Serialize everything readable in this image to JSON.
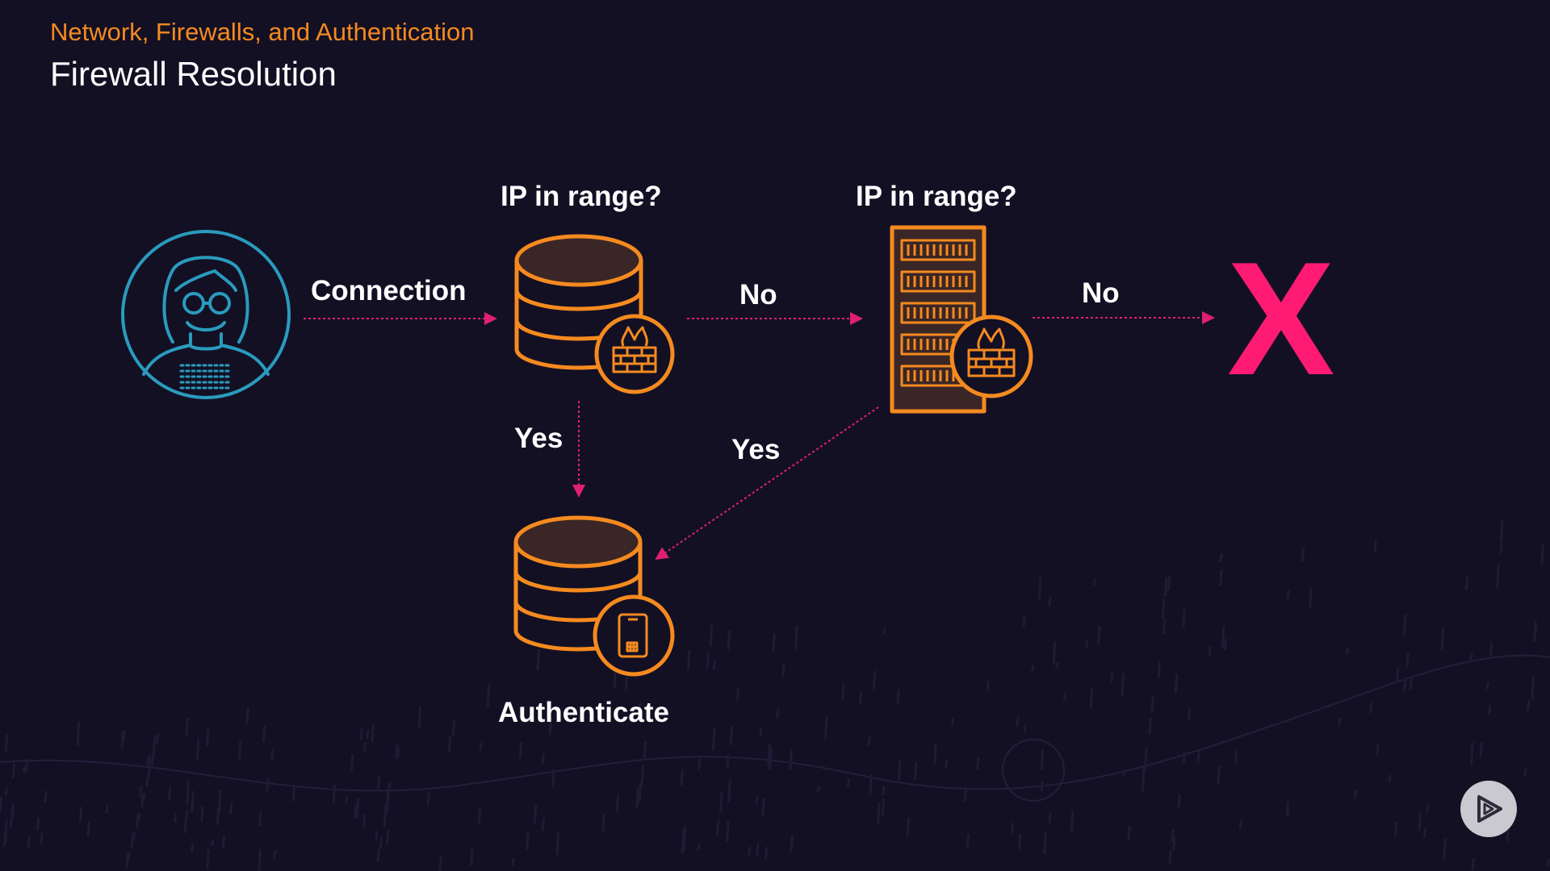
{
  "header": {
    "subtitle": "Network, Firewalls, and Authentication",
    "title": "Firewall Resolution"
  },
  "diagram": {
    "labels": {
      "ip_in_range_1": "IP in range?",
      "ip_in_range_2": "IP in range?",
      "connection": "Connection",
      "no_1": "No",
      "no_2": "No",
      "yes_1": "Yes",
      "yes_2": "Yes",
      "authenticate": "Authenticate"
    },
    "denied_mark": "X"
  },
  "colors": {
    "background": "#131024",
    "accent_orange": "#f58a1f",
    "user_blue": "#2a9bbd",
    "arrow_pink": "#e0206e",
    "denied_pink": "#ff1b73"
  },
  "icons": {
    "user": "user-avatar-icon",
    "firewall_db": "database-firewall-icon",
    "firewall_server": "server-firewall-icon",
    "auth_db": "database-mobile-auth-icon",
    "player": "play-logo-icon"
  }
}
